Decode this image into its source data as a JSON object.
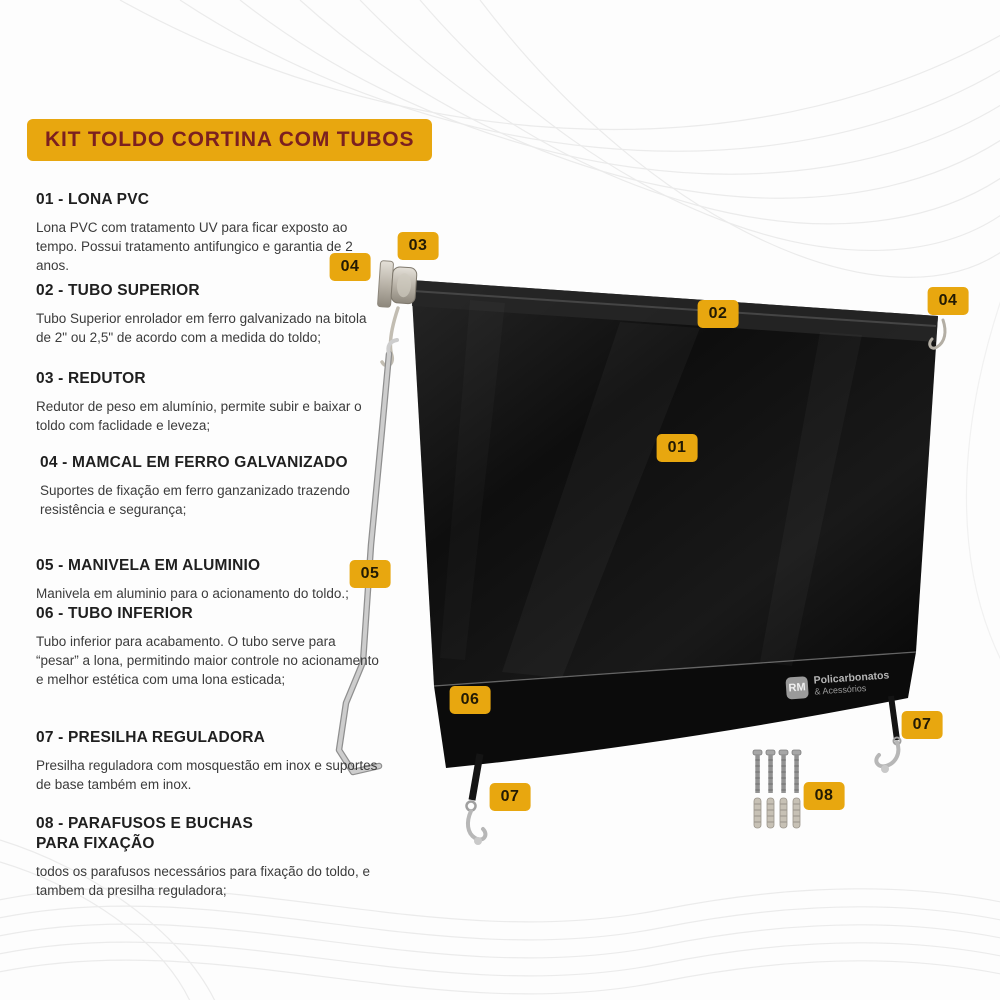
{
  "title": "KIT TOLDO CORTINA COM TUBOS",
  "items": [
    {
      "heading": "01 - LONA PVC",
      "body": "Lona PVC com tratamento UV para ficar exposto ao tempo. Possui tratamento antifungico e garantia de 2 anos."
    },
    {
      "heading": "02 - TUBO SUPERIOR",
      "body": "Tubo Superior enrolador em ferro galvanizado na bitola de 2\" ou 2,5\" de acordo com a medida do toldo;"
    },
    {
      "heading": "03 - REDUTOR",
      "body": "Redutor de peso em alumínio, permite subir e baixar o toldo com faclidade e leveza;"
    },
    {
      "heading": "04 - MAMCAL  EM FERRO GALVANIZADO",
      "body": "Suportes de fixação em ferro ganzanizado trazendo resistência e segurança;"
    },
    {
      "heading": "05 - MANIVELA EM ALUMINIO",
      "body": "Manivela em aluminio para o acionamento do toldo.;"
    },
    {
      "heading": "06 - TUBO INFERIOR",
      "body": "Tubo inferior para acabamento. O tubo serve para “pesar” a lona, permitindo maior controle no acionamento e melhor estética com uma lona esticada;"
    },
    {
      "heading": "07 - PRESILHA REGULADORA",
      "body": "Presilha reguladora com mosquestão em inox e suportes de base também em inox."
    },
    {
      "heading": "08 - PARAFUSOS E BUCHAS\nPARA FIXAÇÃO",
      "body": "todos os parafusos necessários para fixação do toldo, e tambem da presilha reguladora;"
    }
  ],
  "badges": [
    "03",
    "04",
    "02",
    "04",
    "01",
    "05",
    "06",
    "07",
    "07",
    "08"
  ],
  "watermark": {
    "abbr": "RM",
    "line1": "Policarbonatos",
    "line2": "& Acessórios"
  },
  "colors": {
    "accent": "#E8A70F",
    "title_text": "#7B2020",
    "badge_text": "#221A04",
    "lona": "#0E0E0E"
  }
}
